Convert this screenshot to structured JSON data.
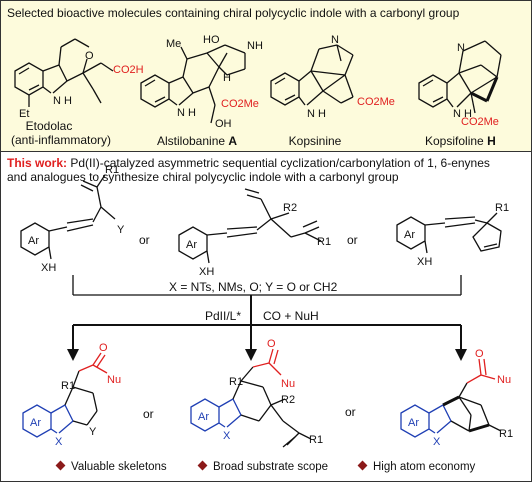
{
  "header": {
    "title": "Selected bioactive molecules containing chiral polycyclic indole with a carbonyl group"
  },
  "molecules": [
    {
      "name": "Etodolac",
      "note": "(anti-inflammatory)",
      "labels": {
        "acid": "CO2H",
        "et": "Et",
        "nh": "N\nH",
        "o": "O"
      }
    },
    {
      "name": "Alstilobanine",
      "suffix": "A",
      "labels": {
        "me": "Me",
        "ho": "HO",
        "nh_ring": "NH",
        "h": "H",
        "ester": "CO2Me",
        "oh": "OH",
        "nh": "N\nH"
      }
    },
    {
      "name": "Kopsinine",
      "labels": {
        "n": "N",
        "ester": "CO2Me",
        "nh": "N\nH"
      }
    },
    {
      "name": "Kopsifoline",
      "suffix": "H",
      "labels": {
        "n": "N",
        "ester": "CO2Me",
        "nh": "N\nH"
      }
    }
  ],
  "this_work": {
    "lead": "This work:",
    "line1": "Pd(II)-catalyzed asymmetric sequential cyclization/carbonylation of 1, 6-enynes",
    "line2": "and analogues to synthesize chiral polycyclic indole with a carbonyl group"
  },
  "scheme": {
    "or_label": "or",
    "conditions": "X = NTs,  NMs, O;  Y = O or CH2",
    "catalyst": "PdII/L*",
    "reagents": "CO + NuH",
    "atom_labels": {
      "ar": "Ar",
      "xh": "XH",
      "x": "X",
      "y": "Y",
      "r1": "R1",
      "r2": "R2",
      "nu": "Nu",
      "o": "O"
    }
  },
  "features": [
    "Valuable  skeletons",
    "Broad substrate scope",
    "High atom economy"
  ],
  "colors": {
    "panel_bg": "#fdfbdc",
    "accent_red": "#e02020",
    "product_blue": "#1f3fb4",
    "bullet": "#8b1a1a"
  }
}
